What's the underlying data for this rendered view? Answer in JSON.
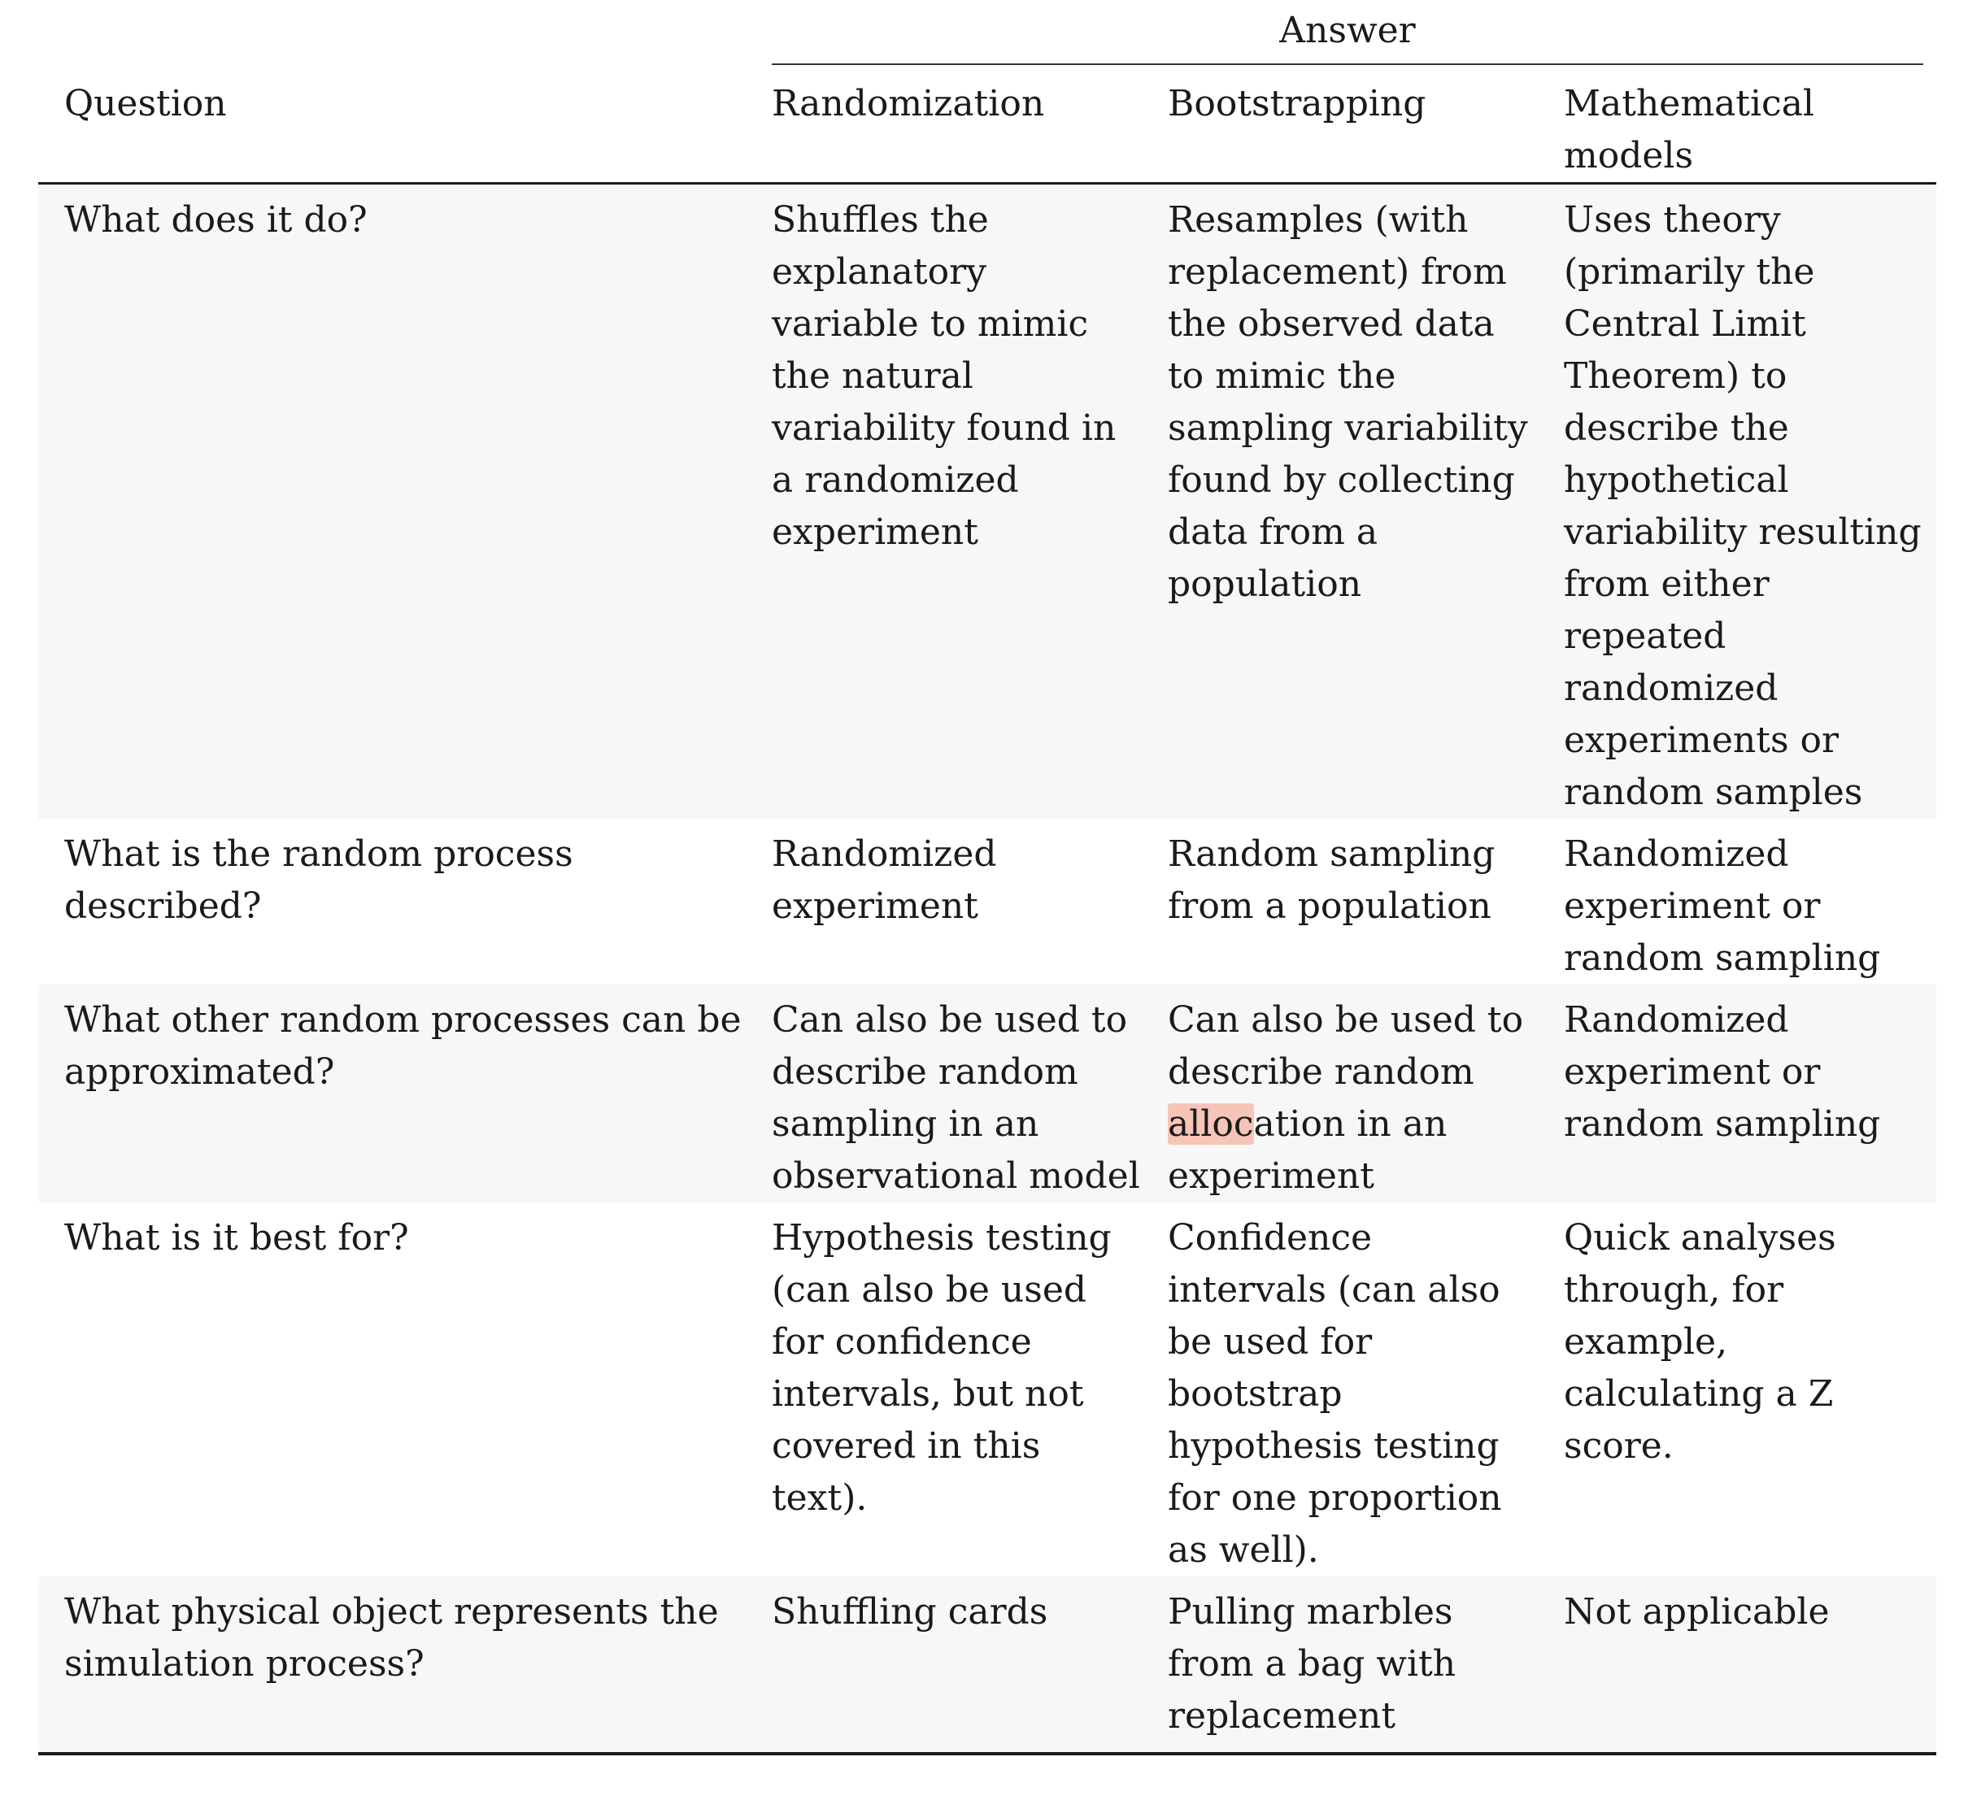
{
  "table": {
    "spanner": "Answer",
    "headers": {
      "question": "Question",
      "randomization": "Randomization",
      "bootstrapping": "Bootstrapping",
      "mathematical": "Mathematical models"
    },
    "rows": [
      {
        "question": "What does it do?",
        "randomization": "Shuffles the explanatory variable to mimic the natural variability found in a randomized experiment",
        "bootstrapping": "Resamples (with replacement) from the observed data to mimic the sampling variability found by collecting data from a population",
        "mathematical": "Uses theory (primarily the Central Limit Theorem) to describe the hypothetical variability resulting from either repeated randomized experiments or random samples"
      },
      {
        "question": "What is the random process described?",
        "randomization": "Randomized experiment",
        "bootstrapping": "Random sampling from a population",
        "mathematical": "Randomized experiment or random sampling"
      },
      {
        "question": "What other random processes can be approximated?",
        "randomization": "Can also be used to describe random sampling in an observational model",
        "bootstrapping_before": "Can also be used to describe random ",
        "bootstrapping_highlight": "alloc",
        "bootstrapping_after": "ation in an experiment",
        "mathematical": "Randomized experiment or random sampling"
      },
      {
        "question": "What is it best for?",
        "randomization": "Hypothesis testing (can also be used for confidence intervals, but not covered in this text).",
        "bootstrapping": "Confidence intervals (can also be used for bootstrap hypothesis testing for one proportion as well).",
        "mathematical": "Quick analyses through, for example, calculating a Z score."
      },
      {
        "question": "What physical object represents the simulation process?",
        "randomization": "Shuffling cards",
        "bootstrapping": "Pulling marbles from a bag with replacement",
        "mathematical": "Not applicable"
      }
    ]
  }
}
